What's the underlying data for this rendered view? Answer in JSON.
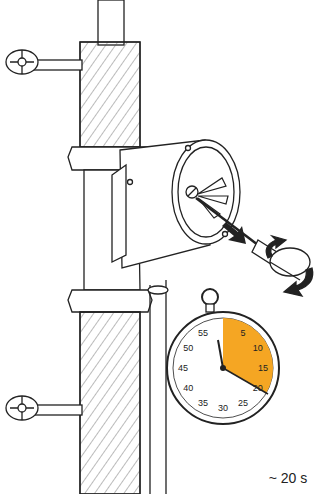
{
  "diagram": {
    "labels": [
      "5",
      "10",
      "15",
      "20",
      "25",
      "30",
      "35",
      "40",
      "45",
      "50",
      "55",
      "~ 20 s"
    ]
  }
}
